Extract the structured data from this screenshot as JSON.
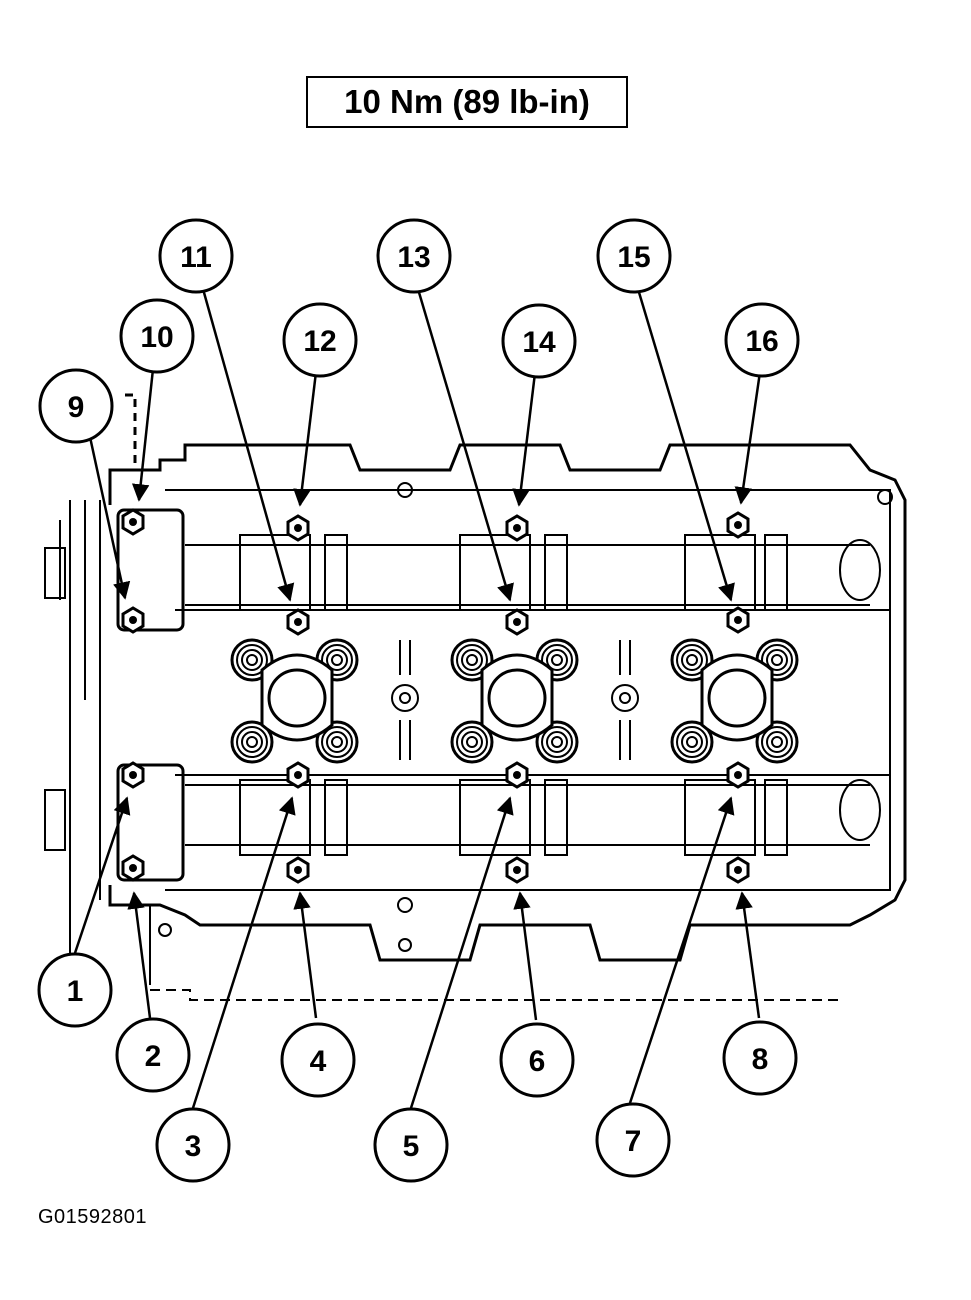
{
  "torque_spec": "10 Nm (89 lb-in)",
  "figure_id": "G01592801",
  "callouts": [
    "1",
    "2",
    "3",
    "4",
    "5",
    "6",
    "7",
    "8",
    "9",
    "10",
    "11",
    "12",
    "13",
    "14",
    "15",
    "16"
  ]
}
